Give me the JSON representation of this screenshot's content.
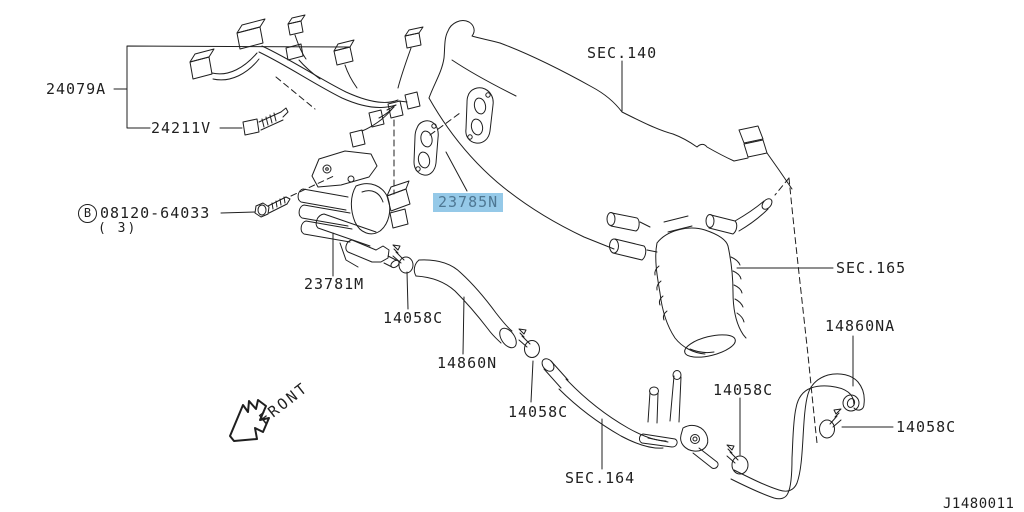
{
  "diagram": {
    "background": "#ffffff",
    "line_color": "#1f1f1f",
    "highlight": {
      "bg": "#95C9E8",
      "text_color": "#4E7793"
    },
    "drawing_id": "J1480011",
    "front_label": "FRONT",
    "selected_part": "23785N",
    "labels": {
      "harness": "24079A",
      "sub_harness_bolt": "24211V",
      "bolt_symbol": "B",
      "bolt_part": "08120-64033",
      "bolt_qty": "( 3)",
      "aac_valve": "23781M",
      "gasket_selected": "23785N",
      "sec_140": "SEC.140",
      "sec_165": "SEC.165",
      "sec_164": "SEC.164",
      "hose": "14860N",
      "hose_na": "14860NA"
    },
    "clamp_labels": [
      "14058C",
      "14058C",
      "14058C",
      "14058C"
    ]
  }
}
